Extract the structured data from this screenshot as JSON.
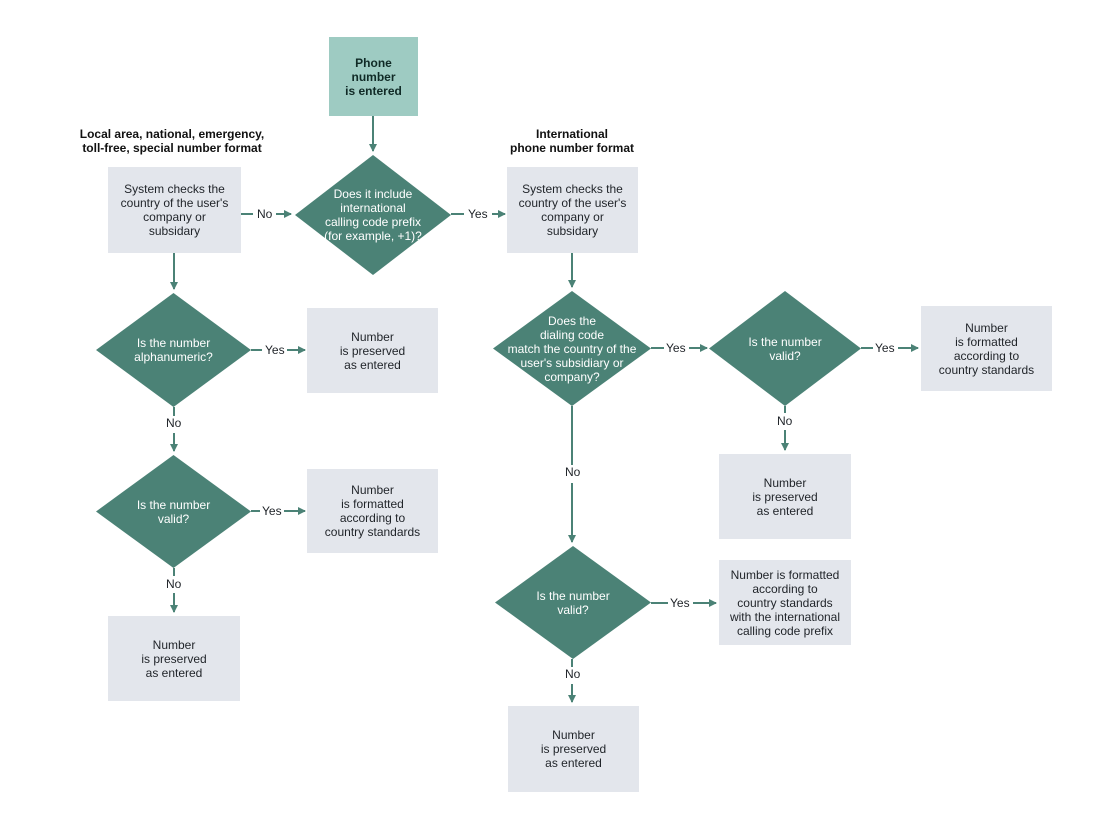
{
  "colors": {
    "start_fill": "#9ecbc2",
    "box_fill": "#e3e6ec",
    "decision_fill": "#4b8276",
    "arrow": "#4b8276"
  },
  "headers": {
    "local": [
      "Local area, national, emergency,",
      "toll-free, special number format"
    ],
    "international": [
      "International",
      "phone number format"
    ]
  },
  "start": [
    "Phone number",
    "is entered"
  ],
  "decisions": {
    "prefix": [
      "Does it include",
      "international",
      "calling code prefix",
      "(for example, +1)?"
    ],
    "alnum": [
      "Is the number",
      "alphanumeric?"
    ],
    "valid_local": [
      "Is the number",
      "valid?"
    ],
    "dial_match": [
      "Does the",
      "dialing code",
      "match the country of the",
      "user's subsidiary or",
      "company?"
    ],
    "valid_intl_yes": [
      "Is the number",
      "valid?"
    ],
    "valid_intl_no": [
      "Is the number",
      "valid?"
    ]
  },
  "boxes": {
    "check_local": [
      "System checks the",
      "country of the user's",
      "company or subsidary"
    ],
    "check_intl": [
      "System checks the",
      "country of the user's",
      "company or subsidary"
    ],
    "preserved_alnum": [
      "Number",
      "is preserved",
      "as entered"
    ],
    "formatted_local": [
      "Number",
      "is formatted",
      "according to",
      "country standards"
    ],
    "preserved_local": [
      "Number",
      "is preserved",
      "as entered"
    ],
    "formatted_intl": [
      "Number",
      "is formatted",
      "according to",
      "country standards"
    ],
    "preserved_intl_right": [
      "Number",
      "is preserved",
      "as entered"
    ],
    "formatted_prefix": [
      "Number is formatted",
      "according to",
      "country standards",
      "with the international",
      "calling code prefix"
    ],
    "preserved_intl_bottom": [
      "Number",
      "is preserved",
      "as entered"
    ]
  },
  "labels": {
    "no_prefix": "No",
    "yes_prefix": "Yes",
    "yes_alnum": "Yes",
    "no_alnum": "No",
    "yes_valid_local": "Yes",
    "no_valid_local": "No",
    "yes_dial": "Yes",
    "no_dial": "No",
    "yes_valid_intl": "Yes",
    "no_valid_intl": "No",
    "yes_valid_intl2": "Yes",
    "no_valid_intl2": "No"
  }
}
